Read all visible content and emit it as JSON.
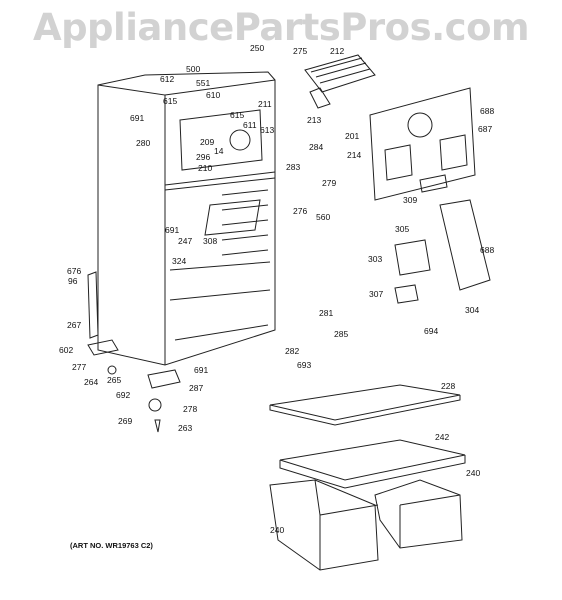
{
  "watermark": "AppliancePartsPros.com",
  "art_number": "(ART NO. WR19763 C2)",
  "part_labels": [
    "500",
    "612",
    "551",
    "615",
    "610",
    "691",
    "280",
    "209",
    "296",
    "14",
    "210",
    "615",
    "611",
    "613",
    "211",
    "250",
    "275",
    "212",
    "213",
    "688",
    "201",
    "687",
    "214",
    "309",
    "284",
    "283",
    "279",
    "276",
    "560",
    "305",
    "688",
    "303",
    "307",
    "304",
    "694",
    "691",
    "247",
    "308",
    "324",
    "676",
    "96",
    "267",
    "602",
    "277",
    "264",
    "265",
    "691",
    "287",
    "692",
    "278",
    "269",
    "263",
    "281",
    "285",
    "282",
    "693",
    "228",
    "242",
    "240",
    "240"
  ]
}
